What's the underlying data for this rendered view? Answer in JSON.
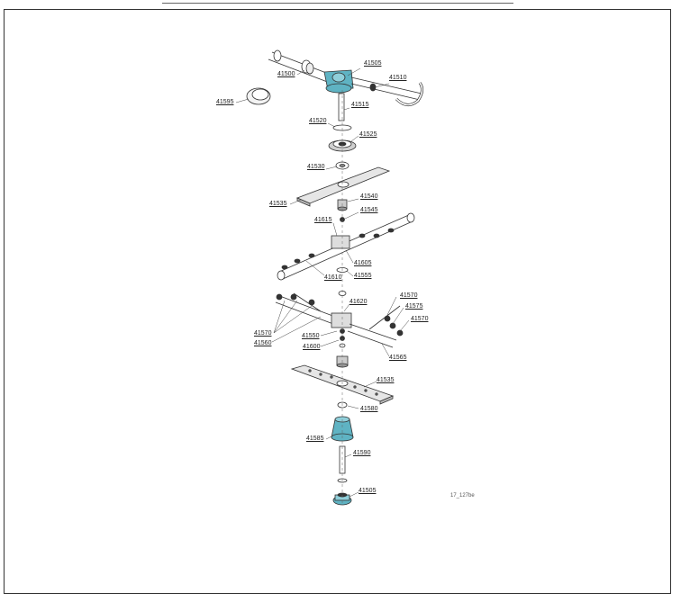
{
  "diagram": {
    "drawing_ref": "17_127be",
    "part_labels": {
      "p41505_top": "41505",
      "p41500": "41500",
      "p41510": "41510",
      "p41595": "41595",
      "p41515": "41515",
      "p41520": "41520",
      "p41525": "41525",
      "p41530": "41530",
      "p41540": "41540",
      "p41535_upper": "41535",
      "p41545": "41545",
      "p41615": "41615",
      "p41605": "41605",
      "p41555": "41555",
      "p41610": "41610",
      "p41570_right_top": "41570",
      "p41620": "41620",
      "p41575": "41575",
      "p41570_right": "41570",
      "p41570_left": "41570",
      "p41560": "41560",
      "p41550": "41550",
      "p41600": "41600",
      "p41565": "41565",
      "p41535_lower": "41535",
      "p41580": "41580",
      "p41585": "41585",
      "p41590": "41590",
      "p41505_bottom": "41505"
    },
    "colors": {
      "accent_part": "#5fb3c3",
      "line": "#333333",
      "fill_light": "#e6e6e6"
    }
  }
}
